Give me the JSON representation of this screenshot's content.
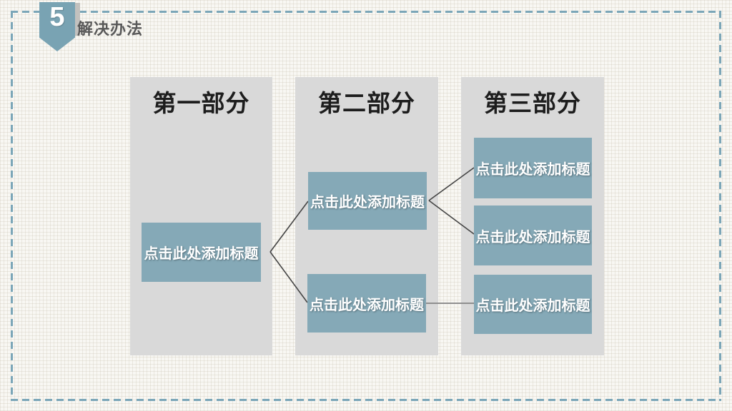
{
  "slide": {
    "badge_number": "5",
    "title": "解决办法"
  },
  "columns": [
    {
      "header": "第一部分",
      "boxes": [
        {
          "label": "点击此处添加标题"
        }
      ]
    },
    {
      "header": "第二部分",
      "boxes": [
        {
          "label": "点击此处添加标题"
        },
        {
          "label": "点击此处添加标题"
        }
      ]
    },
    {
      "header": "第三部分",
      "boxes": [
        {
          "label": "点击此处添加标题"
        },
        {
          "label": "点击此处添加标题"
        },
        {
          "label": "点击此处添加标题"
        }
      ]
    }
  ],
  "colors": {
    "accent_teal": "#85a9b7",
    "badge_teal": "#79a3b3",
    "panel_gray": "#d9d9d9",
    "dashed_border": "#7ba6b8",
    "connector_dark": "#454545",
    "connector_gray": "#8f8f8f",
    "title_text": "#595959"
  }
}
